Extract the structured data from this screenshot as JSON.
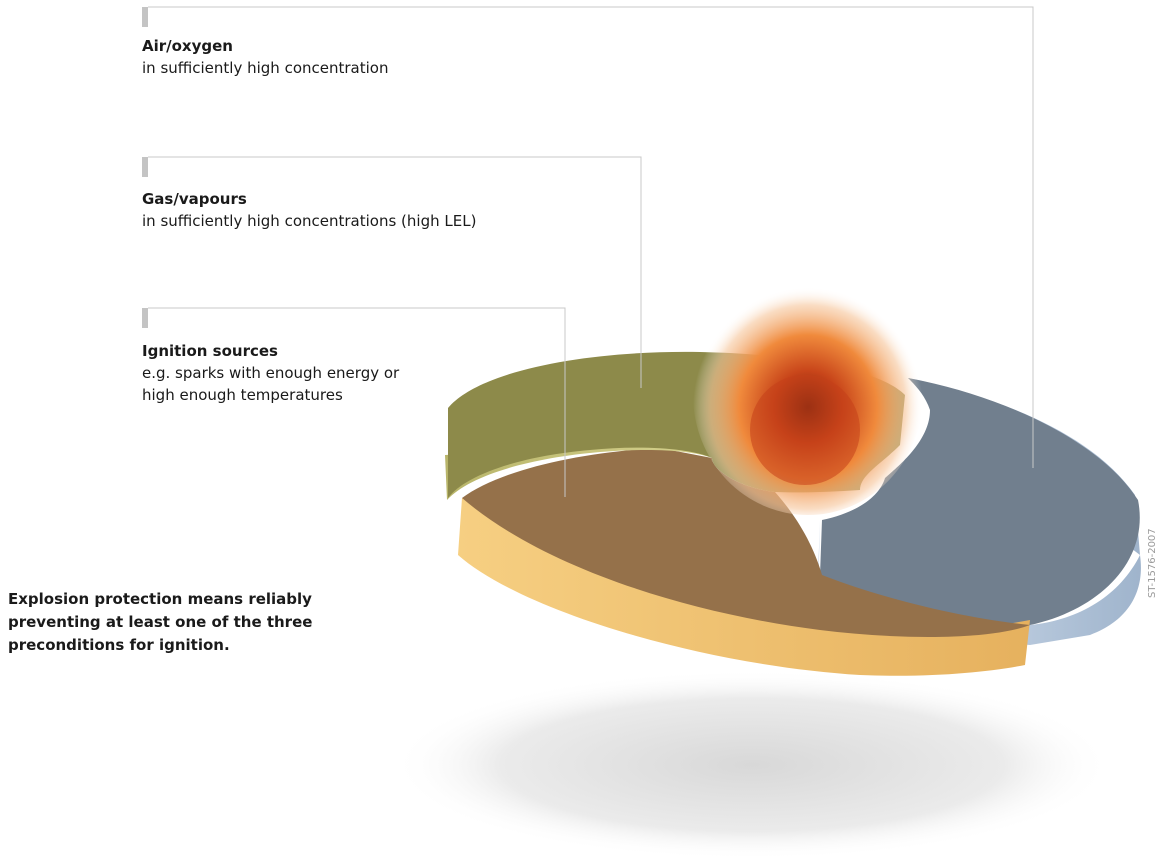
{
  "labels": [
    {
      "title": "Air/oxygen",
      "description": "in sufficiently high concentration"
    },
    {
      "title": "Gas/vapours",
      "description": "in sufficiently high concentrations (high LEL)"
    },
    {
      "title": "Ignition sources",
      "description_line1": "e.g. sparks with enough energy or",
      "description_line2": "high enough temperatures"
    }
  ],
  "conclusion": {
    "line1": "Explosion protection means reliably",
    "line2": "preventing at least one of the three",
    "line3": "preconditions for ignition."
  },
  "figure_code": "ST-1576-2007",
  "colors": {
    "air_segment": "#717f8e",
    "gas_segment": "#8d8a4a",
    "ignition_segment": "#95714a",
    "ignition_side": "#f0be6c",
    "fire": "#e8632a",
    "leader_line": "#c8c8c8",
    "marker": "#c4c4c4"
  }
}
